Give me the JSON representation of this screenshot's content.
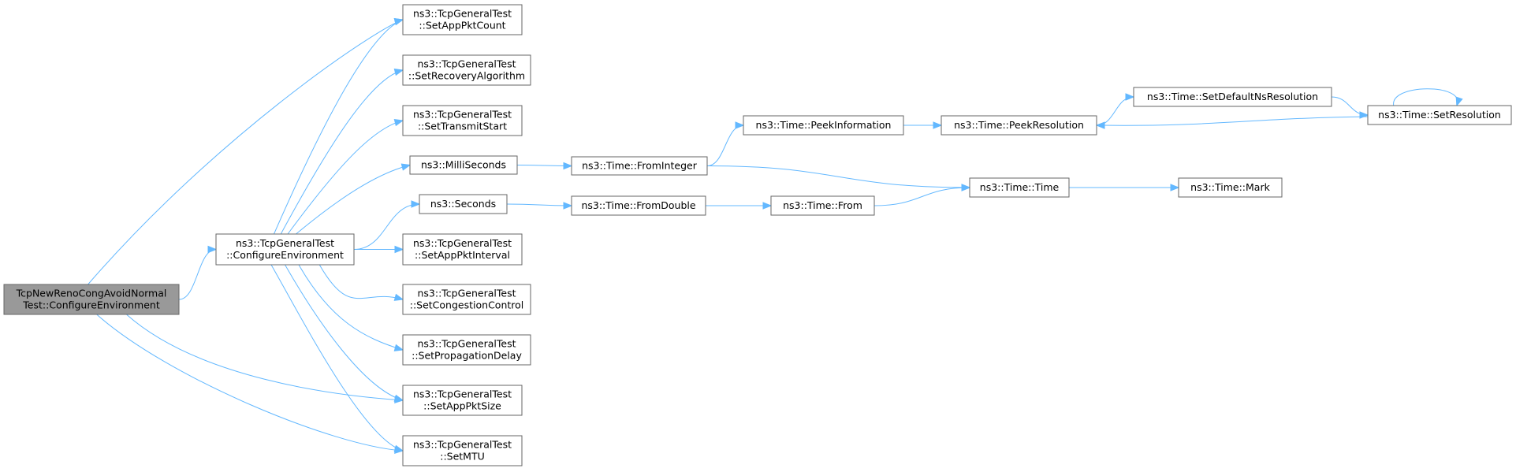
{
  "nodes": [
    {
      "id": "root",
      "lines": [
        "TcpNewRenoCongAvoidNormal",
        "Test::ConfigureEnvironment"
      ],
      "highlight": true
    },
    {
      "id": "cfg",
      "lines": [
        "ns3::TcpGeneralTest",
        "::ConfigureEnvironment"
      ]
    },
    {
      "id": "pktcount",
      "lines": [
        "ns3::TcpGeneralTest",
        "::SetAppPktCount"
      ]
    },
    {
      "id": "recovery",
      "lines": [
        "ns3::TcpGeneralTest",
        "::SetRecoveryAlgorithm"
      ]
    },
    {
      "id": "txstart",
      "lines": [
        "ns3::TcpGeneralTest",
        "::SetTransmitStart"
      ]
    },
    {
      "id": "milli",
      "lines": [
        "ns3::MilliSeconds"
      ]
    },
    {
      "id": "seconds",
      "lines": [
        "ns3::Seconds"
      ]
    },
    {
      "id": "pktint",
      "lines": [
        "ns3::TcpGeneralTest",
        "::SetAppPktInterval"
      ]
    },
    {
      "id": "congctl",
      "lines": [
        "ns3::TcpGeneralTest",
        "::SetCongestionControl"
      ]
    },
    {
      "id": "propdelay",
      "lines": [
        "ns3::TcpGeneralTest",
        "::SetPropagationDelay"
      ]
    },
    {
      "id": "pktsize",
      "lines": [
        "ns3::TcpGeneralTest",
        "::SetAppPktSize"
      ]
    },
    {
      "id": "mtu",
      "lines": [
        "ns3::TcpGeneralTest",
        "::SetMTU"
      ]
    },
    {
      "id": "fromint",
      "lines": [
        "ns3::Time::FromInteger"
      ]
    },
    {
      "id": "fromdbl",
      "lines": [
        "ns3::Time::FromDouble"
      ]
    },
    {
      "id": "peekinfo",
      "lines": [
        "ns3::Time::PeekInformation"
      ]
    },
    {
      "id": "from",
      "lines": [
        "ns3::Time::From"
      ]
    },
    {
      "id": "peekres",
      "lines": [
        "ns3::Time::PeekResolution"
      ]
    },
    {
      "id": "time",
      "lines": [
        "ns3::Time::Time"
      ]
    },
    {
      "id": "setdef",
      "lines": [
        "ns3::Time::SetDefaultNsResolution"
      ]
    },
    {
      "id": "setres",
      "lines": [
        "ns3::Time::SetResolution"
      ]
    },
    {
      "id": "mark",
      "lines": [
        "ns3::Time::Mark"
      ]
    }
  ],
  "edges": [
    [
      "root",
      "cfg"
    ],
    [
      "root",
      "pktcount"
    ],
    [
      "root",
      "pktsize"
    ],
    [
      "root",
      "mtu"
    ],
    [
      "cfg",
      "pktcount"
    ],
    [
      "cfg",
      "recovery"
    ],
    [
      "cfg",
      "txstart"
    ],
    [
      "cfg",
      "milli"
    ],
    [
      "cfg",
      "seconds"
    ],
    [
      "cfg",
      "pktint"
    ],
    [
      "cfg",
      "congctl"
    ],
    [
      "cfg",
      "propdelay"
    ],
    [
      "cfg",
      "pktsize"
    ],
    [
      "cfg",
      "mtu"
    ],
    [
      "milli",
      "fromint"
    ],
    [
      "seconds",
      "fromdbl"
    ],
    [
      "fromint",
      "peekinfo"
    ],
    [
      "fromint",
      "time"
    ],
    [
      "fromdbl",
      "from"
    ],
    [
      "from",
      "time"
    ],
    [
      "peekinfo",
      "peekres"
    ],
    [
      "peekres",
      "setdef"
    ],
    [
      "setdef",
      "setres"
    ],
    [
      "setres",
      "peekres"
    ],
    [
      "setres",
      "setres"
    ],
    [
      "time",
      "mark"
    ]
  ]
}
